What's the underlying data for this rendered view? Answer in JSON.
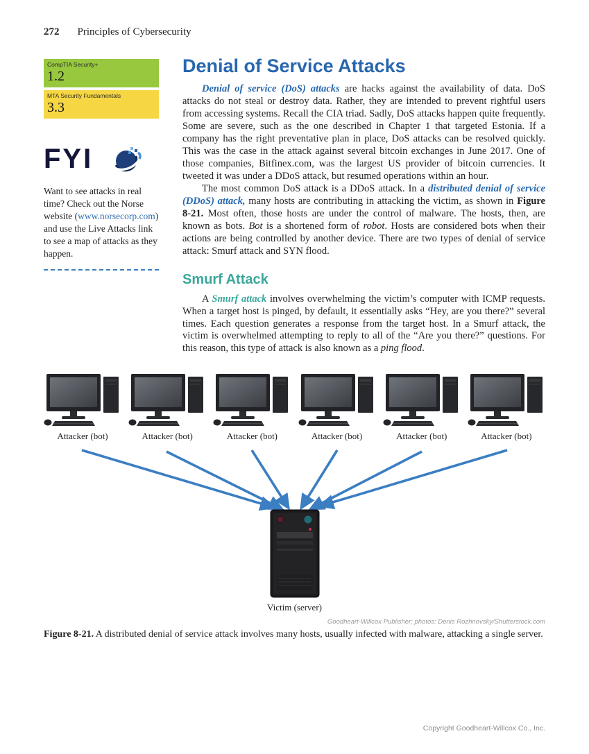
{
  "theme": {
    "accent_blue": "#3b7ec2",
    "heading_blue": "#2767ae",
    "heading_teal": "#3aa79b",
    "link_blue": "#2f6fb5",
    "cert_green": "#97c83e",
    "cert_yellow": "#f6d643"
  },
  "page": {
    "number": "272",
    "title": "Principles of Cybersecurity",
    "copyright": "Copyright Goodheart-Willcox Co., Inc."
  },
  "sidebar": {
    "certifications": [
      {
        "label": "CompTIA Security+",
        "value": "1.2"
      },
      {
        "label": "MTA Security Fundamentals",
        "value": "3.3"
      }
    ],
    "fyi_logo": "FYI",
    "fyi_note": [
      {
        "t": "Want to see attacks in real time? Check out the Norse website (",
        "s": "normal"
      },
      {
        "t": "www.norsecorp.com",
        "s": "link"
      },
      {
        "t": ") and use the Live Attacks link to see a map of attacks as they happen.",
        "s": "normal"
      }
    ]
  },
  "article": {
    "title": "Denial of Service Attacks",
    "para1": [
      {
        "t": "Denial of service (DoS) attacks",
        "s": "term-blue"
      },
      {
        "t": " are hacks against the availability of data. DoS attacks do not steal or destroy data. Rather, they are intended to prevent rightful users from accessing systems. Recall the CIA triad. Sadly, DoS attacks happen quite frequently. Some are severe, such as the one described in Chapter 1 that targeted Estonia. If a company has the right preventative plan in place, DoS attacks can be resolved quickly. This was the case in the attack against several bitcoin exchanges in June 2017. One of those companies, Bitfinex.com, was the largest US provider of bitcoin currencies. It tweeted it was under a DDoS attack, but resumed operations within an hour.",
        "s": "normal"
      }
    ],
    "para2": [
      {
        "t": "The most common DoS attack is a DDoS attack. In a ",
        "s": "normal"
      },
      {
        "t": "distributed denial of service (DDoS) attack,",
        "s": "term-blue"
      },
      {
        "t": " many hosts are contributing in attacking the victim, as shown in ",
        "s": "normal"
      },
      {
        "t": "Figure 8-21.",
        "s": "bold"
      },
      {
        "t": " Most often, those hosts are under the control of malware. The hosts, then, are known as bots. ",
        "s": "normal"
      },
      {
        "t": "Bot",
        "s": "italic"
      },
      {
        "t": " is a shortened form of ",
        "s": "normal"
      },
      {
        "t": "robot",
        "s": "italic"
      },
      {
        "t": ". Hosts are considered bots when their actions are being controlled by another device. There are two types of denial of service attack: Smurf attack and SYN flood.",
        "s": "normal"
      }
    ],
    "section_heading": "Smurf Attack",
    "para3": [
      {
        "t": "A ",
        "s": "normal"
      },
      {
        "t": "Smurf attack",
        "s": "term-teal"
      },
      {
        "t": " involves overwhelming the victim’s computer with ICMP requests. When a target host is pinged, by default, it essentially asks “Hey, are you there?” several times. Each question generates a response from the target host. In a Smurf attack, the victim is overwhelmed attempting to reply to all of the “Are you there?” questions. For this reason, this type of attack is also known as a ",
        "s": "normal"
      },
      {
        "t": "ping flood",
        "s": "italic"
      },
      {
        "t": ".",
        "s": "normal"
      }
    ]
  },
  "figure": {
    "attackers": [
      "Attacker (bot)",
      "Attacker (bot)",
      "Attacker (bot)",
      "Attacker (bot)",
      "Attacker (bot)",
      "Attacker (bot)"
    ],
    "victim_label": "Victim (server)",
    "credit": "Goodheart-Willcox Publisher; photos: Denis Rozhnovsky/Shutterstock.com",
    "caption_label": "Figure 8-21.",
    "caption_text": " A distributed denial of service attack involves many hosts, usually infected with malware, attacking a single server."
  }
}
